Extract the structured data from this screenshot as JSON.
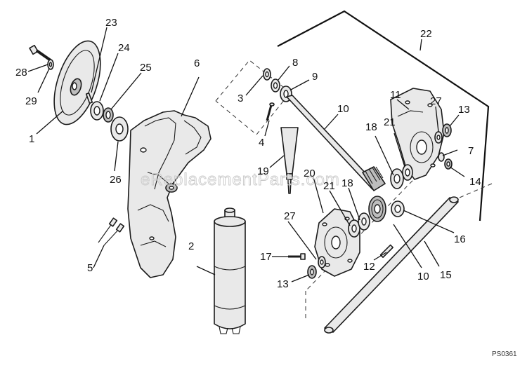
{
  "watermark": "eReplacementParts.com",
  "diagram_code": "PS0361",
  "callouts": {
    "c1": "1",
    "c2": "2",
    "c3": "3",
    "c4": "4",
    "c5": "5",
    "c6": "6",
    "c7": "7",
    "c8": "8",
    "c9": "9",
    "c10a": "10",
    "c10b": "10",
    "c11": "11",
    "c12": "12",
    "c13a": "13",
    "c13b": "13",
    "c14": "14",
    "c15": "15",
    "c16": "16",
    "c17": "17",
    "c18a": "18",
    "c18b": "18",
    "c19": "19",
    "c20": "20",
    "c21a": "21",
    "c21b": "21",
    "c22": "22",
    "c23": "23",
    "c24": "24",
    "c25": "25",
    "c26": "26",
    "c27a": "27",
    "c27b": "27",
    "c28": "28",
    "c29": "29"
  }
}
